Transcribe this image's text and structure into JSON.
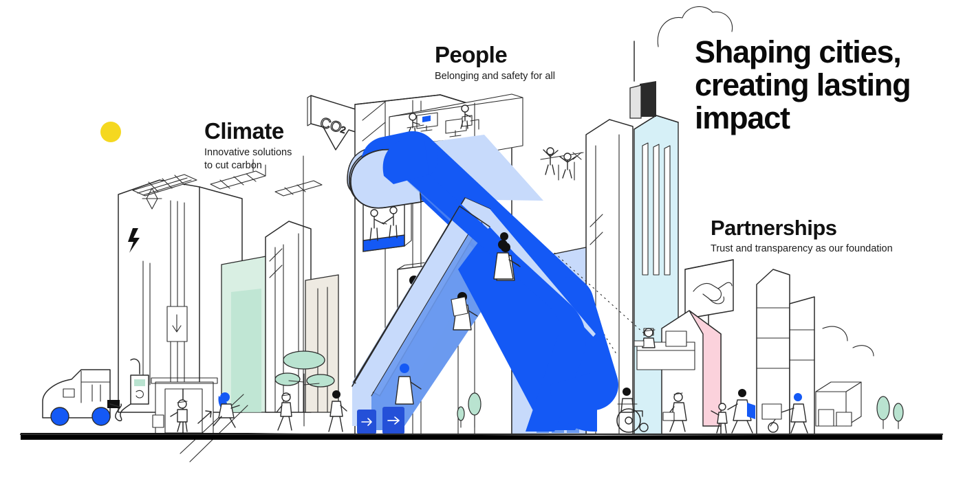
{
  "headline": {
    "lines": [
      "Shaping cities,",
      "creating lasting",
      "impact"
    ],
    "color": "#0a0a0a"
  },
  "sections": [
    {
      "id": "climate",
      "title": "Climate",
      "subtitle_lines": [
        "Innovative solutions",
        "to cut carbon"
      ],
      "subtitle": "Innovative solutions to cut carbon"
    },
    {
      "id": "people",
      "title": "People",
      "subtitle_lines": [
        "Belonging and safety for all"
      ],
      "subtitle": "Belonging and safety for all"
    },
    {
      "id": "partnerships",
      "title": "Partnerships",
      "subtitle_lines": [
        "Trust and transparency as our foundation"
      ],
      "subtitle": "Trust and transparency as our foundation"
    }
  ],
  "illustration": {
    "co2_label": "CO",
    "co2_subscript": "2",
    "wayfinding_signs": [
      {
        "glyph": "→",
        "name": "arrow-right"
      },
      {
        "glyph": "→",
        "name": "arrow-right"
      }
    ],
    "ramp_arrow": "↗",
    "icons": {
      "sun": "sun-icon",
      "cloud": "cloud-icon",
      "lightning": "lightning-bolt-icon",
      "sparkle": "sparkle-icon",
      "solar_panels": "solar-panel-icon",
      "handshake_billboard": "handshake-icon",
      "ev_charger": "ev-charger-icon",
      "wheelchair_user": "wheelchair-user-icon",
      "hand_truck": "hand-truck-icon"
    }
  },
  "colors": {
    "brand_blue": "#1459f5",
    "mid_blue": "#6b9aef",
    "pale_blue": "#c7dafb",
    "lightest_blue": "#e4ecfd",
    "cyan_glass": "#d6f0f7",
    "mint": "#b9e3d0",
    "mint_light": "#d9efe3",
    "pink": "#fbd2dc",
    "beige": "#eeeae2",
    "sun_yellow": "#f5d820",
    "ink": "#111111",
    "line": "#2b2b2b",
    "ground": "#000000"
  }
}
